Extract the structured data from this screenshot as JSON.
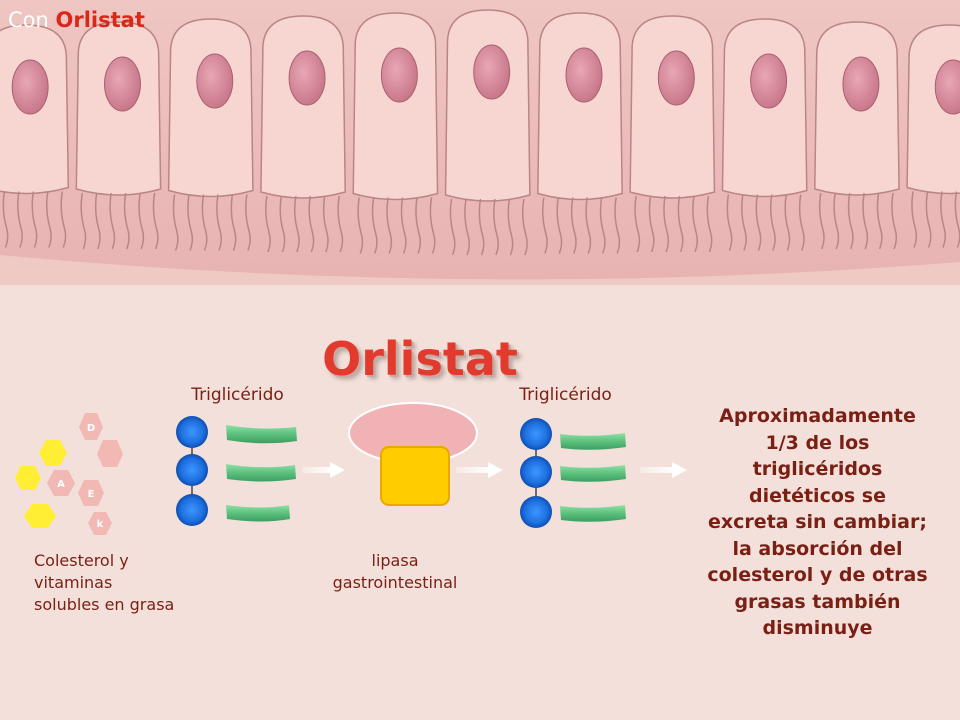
{
  "slide": {
    "title_prefix": "Con ",
    "title_accent": "Orlistat"
  },
  "diagram": {
    "main_title": "Orlistat",
    "triglyceride_left_label": "Triglicérido",
    "triglyceride_right_label": "Triglicérido",
    "cholesterol_label_lines": [
      "Colesterol y",
      "vitaminas",
      "solubles en grasa"
    ],
    "lipase_label_lines": [
      "lipasa",
      "gastrointestinal"
    ],
    "summary_lines": [
      "Aproximadamente",
      "1/3 de los",
      "triglicéridos",
      "dietéticos se",
      "excreta sin cambiar;",
      "la absorción del",
      "colesterol y de otras",
      "grasas también",
      "disminuye"
    ],
    "vitamin_letters": [
      "D",
      "A",
      "E",
      "k"
    ]
  },
  "colors": {
    "background": "#f3e0da",
    "tissue": "#e7b3b3",
    "title_red": "#e23b2d",
    "text_brown": "#7a1f14",
    "glycerol_blue": "#1f6fe0",
    "fatty_acid_green": "#66cc88",
    "lipase_pink": "#f0b2b5",
    "orlistat_yellow": "#ffcc00",
    "hexagon_yellow": "#ffee33",
    "hexagon_pink": "#f2b8b3"
  }
}
